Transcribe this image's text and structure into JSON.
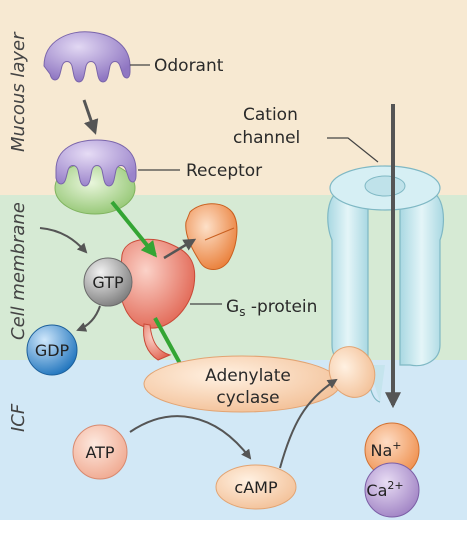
{
  "layers": {
    "mucous": "Mucous layer",
    "membrane": "Cell membrane",
    "icf": "ICF"
  },
  "labels": {
    "odorant": "Odorant",
    "receptor": "Receptor",
    "cation_line1": "Cation",
    "cation_line2": "channel",
    "gs_prefix": "G",
    "gs_sub": "s",
    "gs_suffix": " -protein",
    "adenylate_line1": "Adenylate",
    "adenylate_line2": "cyclase"
  },
  "molecules": {
    "gtp": "GTP",
    "gdp": "GDP",
    "atp": "ATP",
    "camp": "cAMP",
    "na": "Na",
    "na_charge": "+",
    "ca": "Ca",
    "ca_charge": "2+"
  },
  "colors": {
    "mucous_band": "#f6e6cc",
    "membrane_band": "#d3e8d2",
    "icf_band": "#cfe6f5",
    "odorant": "#a58fd0",
    "receptor_green": "#9ccf7a",
    "g_protein": "#ef7d6a",
    "gtp": "#8a8a8a",
    "gdp": "#2f84c8",
    "atp": "#f2b8a0",
    "camp": "#f6c9a2",
    "na": "#f29a5c",
    "ca": "#a78bc8",
    "channel": "#bfe3ea",
    "green_arrow": "#3aa63a",
    "dark_arrow": "#555555"
  }
}
